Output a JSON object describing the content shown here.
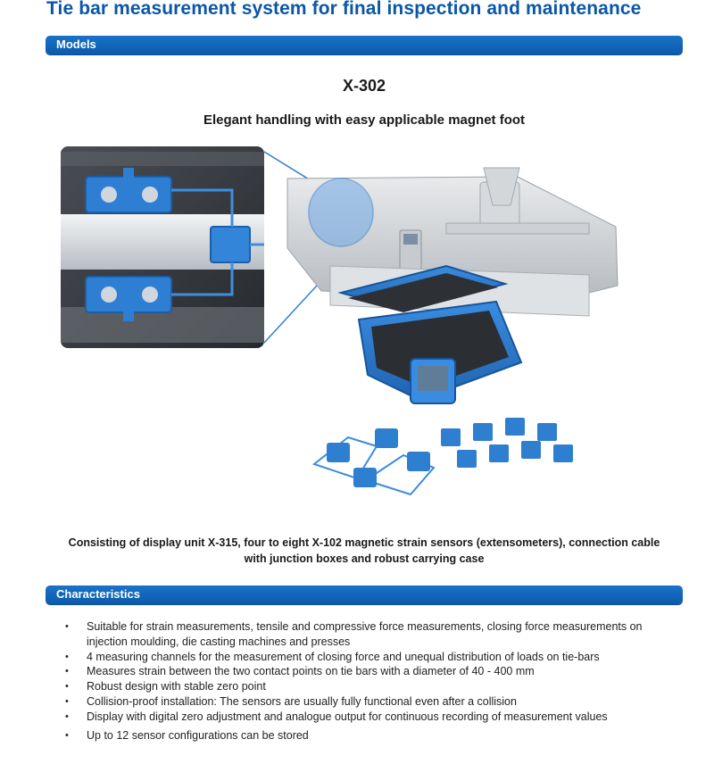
{
  "page": {
    "title": "Tie bar measurement system for final inspection and maintenance"
  },
  "models_section": {
    "header": "Models",
    "model_name": "X-302",
    "subtitle": "Elegant handling with easy applicable magnet foot",
    "caption": "Consisting of display unit X-315, four to eight X-102 magnetic strain sensors (extensometers), connection cable with junction boxes and robust carrying case"
  },
  "characteristics_section": {
    "header": "Characteristics",
    "items": [
      "Suitable for strain measurements, tensile and compressive force measurements, closing force measurements on injection moulding, die casting machines and presses",
      "4 measuring channels for the measurement of closing force and unequal distribution of loads on tie-bars",
      "Measures strain between the two contact points on tie bars with a diameter of 40 - 400 mm",
      "Robust design with stable zero point",
      "Collision-proof installation: The sensors are usually fully functional even after a collision",
      "Display with digital zero adjustment and analogue output for continuous recording of measurement values",
      "Up to 12 sensor configurations can be stored"
    ]
  },
  "colors": {
    "brand_blue": "#0a57a8",
    "product_blue": "#2f7fd0"
  }
}
